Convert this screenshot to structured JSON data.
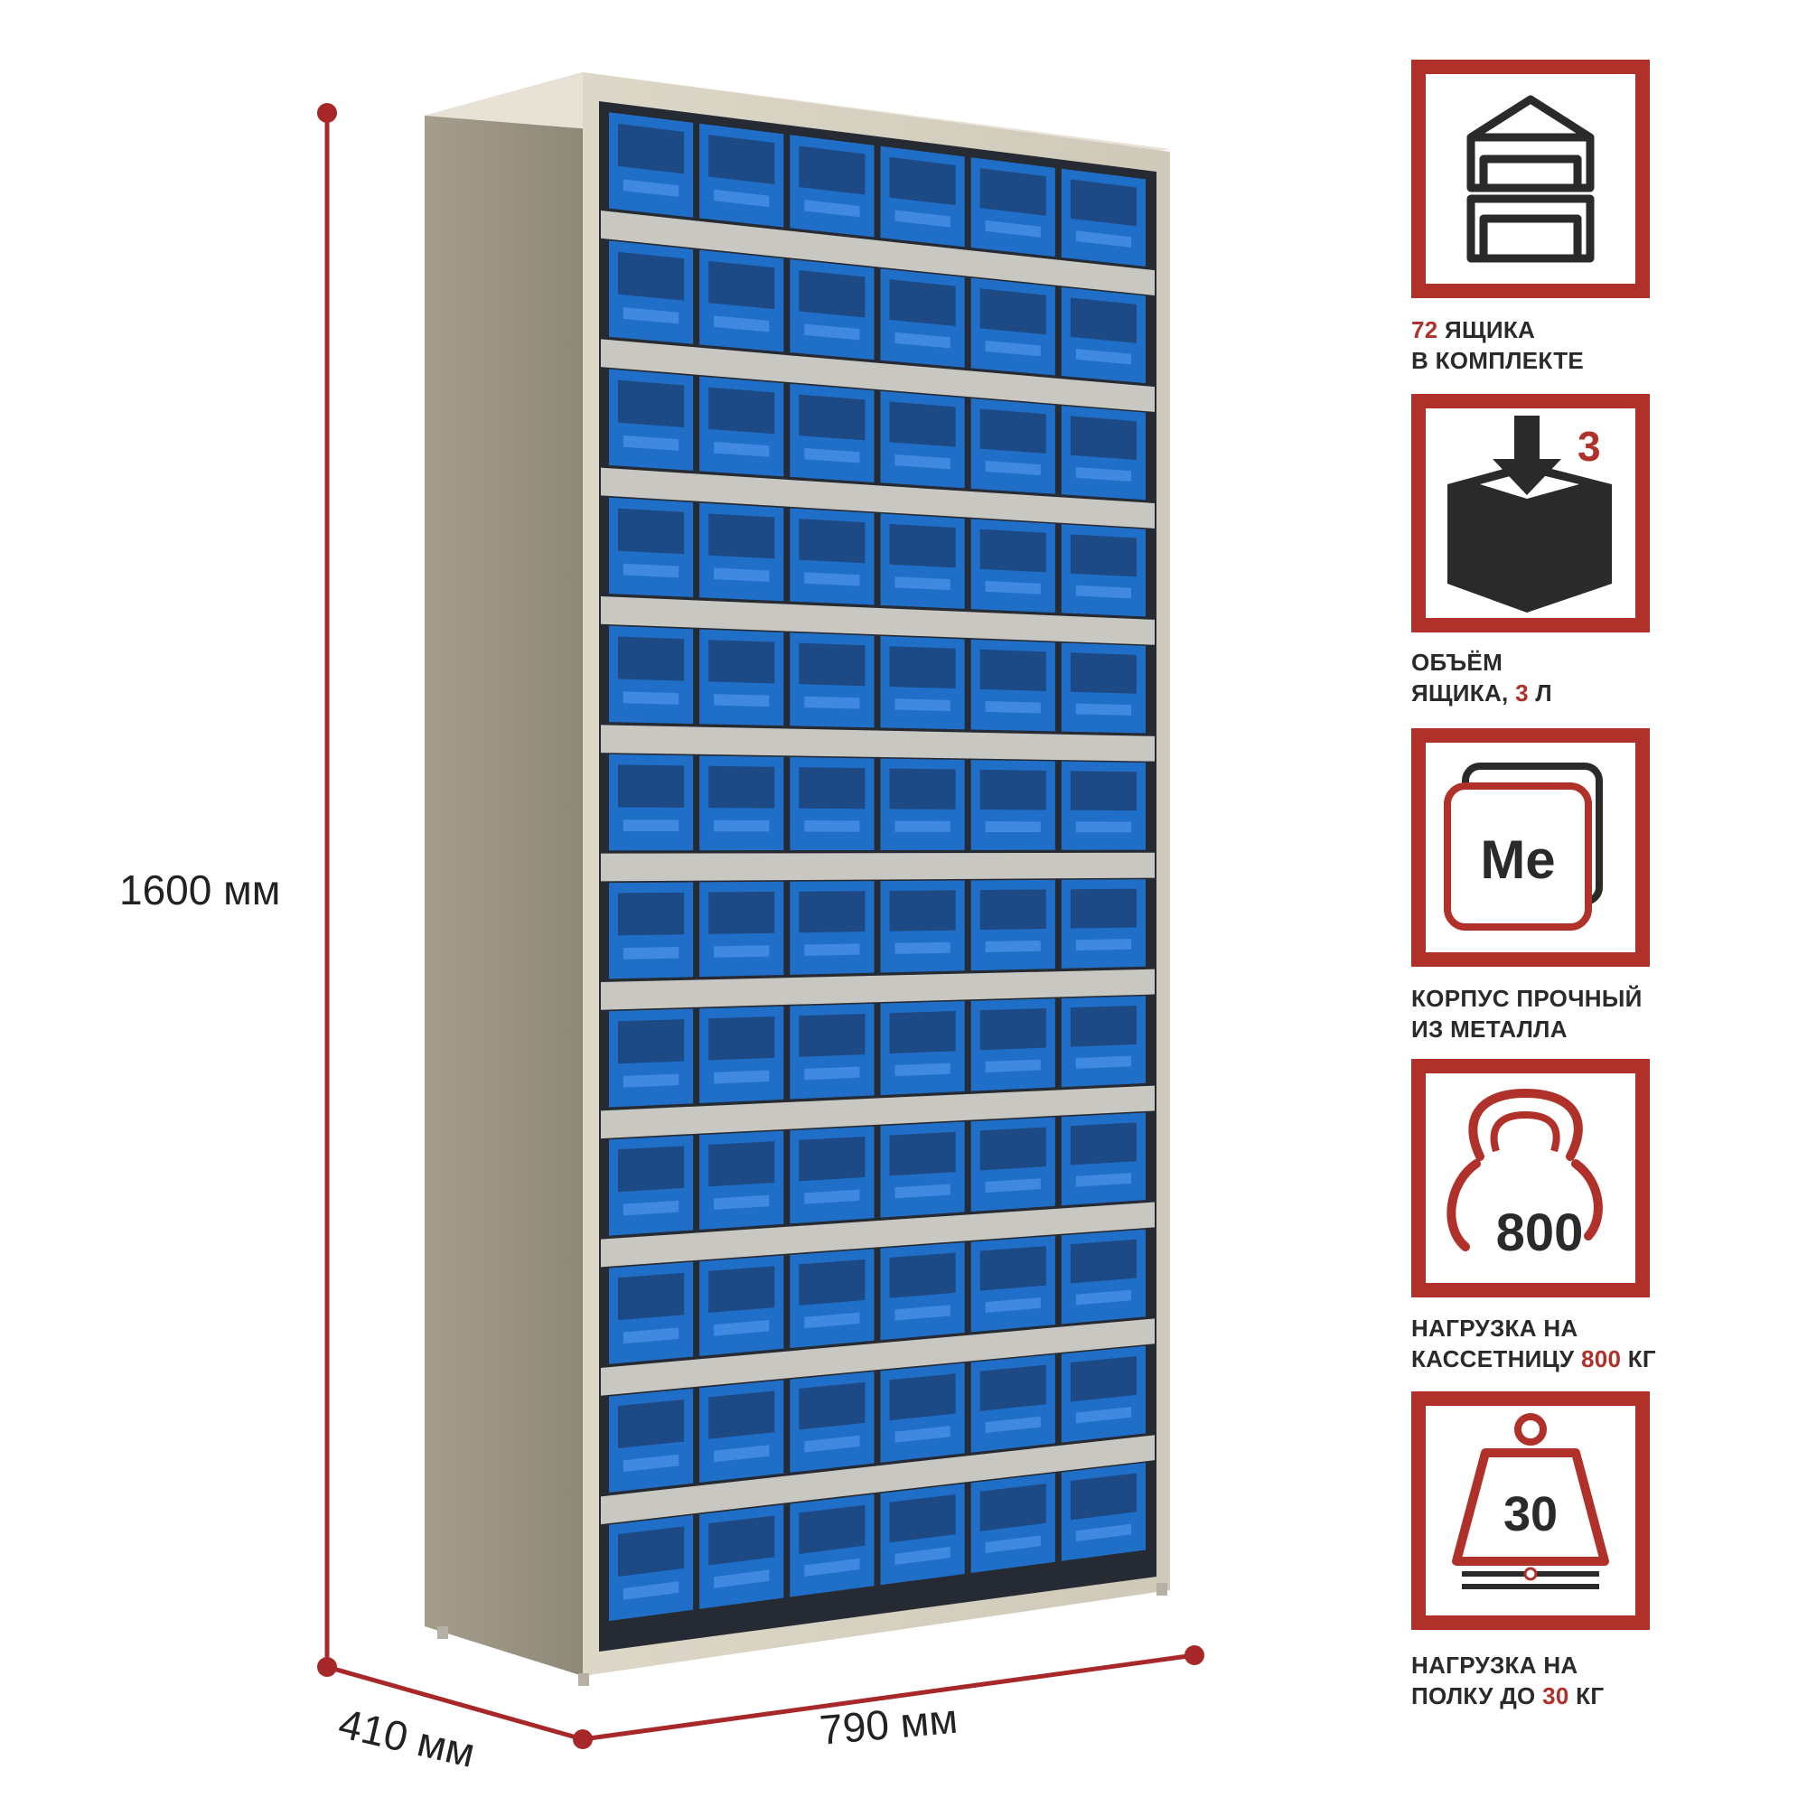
{
  "dimensions": {
    "height": "1600 мм",
    "depth": "410 мм",
    "width": "790 мм"
  },
  "features": [
    {
      "id": "drawers",
      "icon": "drawers-icon",
      "line1_highlight": "72",
      "line1_rest": " ЯЩИКА",
      "line2": "В КОМПЛЕКТЕ"
    },
    {
      "id": "volume",
      "icon": "box-volume-icon",
      "icon_digit": "3",
      "line1": "ОБЪЁМ",
      "line2_pre": "ЯЩИКА, ",
      "line2_highlight": "3",
      "line2_post": " Л"
    },
    {
      "id": "metal",
      "icon": "metal-sheet-icon",
      "icon_text": "Me",
      "line1": "КОРПУС ПРОЧНЫЙ",
      "line2": "ИЗ МЕТАЛЛА"
    },
    {
      "id": "load-cabinet",
      "icon": "kettlebell-icon",
      "icon_text": "800",
      "line1": "НАГРУЗКА НА",
      "line2_pre": "КАССЕТНИЦУ ",
      "line2_highlight": "800",
      "line2_post": " КГ"
    },
    {
      "id": "load-shelf",
      "icon": "weight-icon",
      "icon_text": "30",
      "line1": "НАГРУЗКА НА",
      "line2_pre": "ПОЛКУ ДО ",
      "line2_highlight": "30",
      "line2_post": " КГ"
    }
  ],
  "cabinet": {
    "rows": 12,
    "columns": 6,
    "frame_color": "#d8d2c2",
    "bin_color": "#1f6fc9",
    "dimension_color": "#a8282a"
  }
}
